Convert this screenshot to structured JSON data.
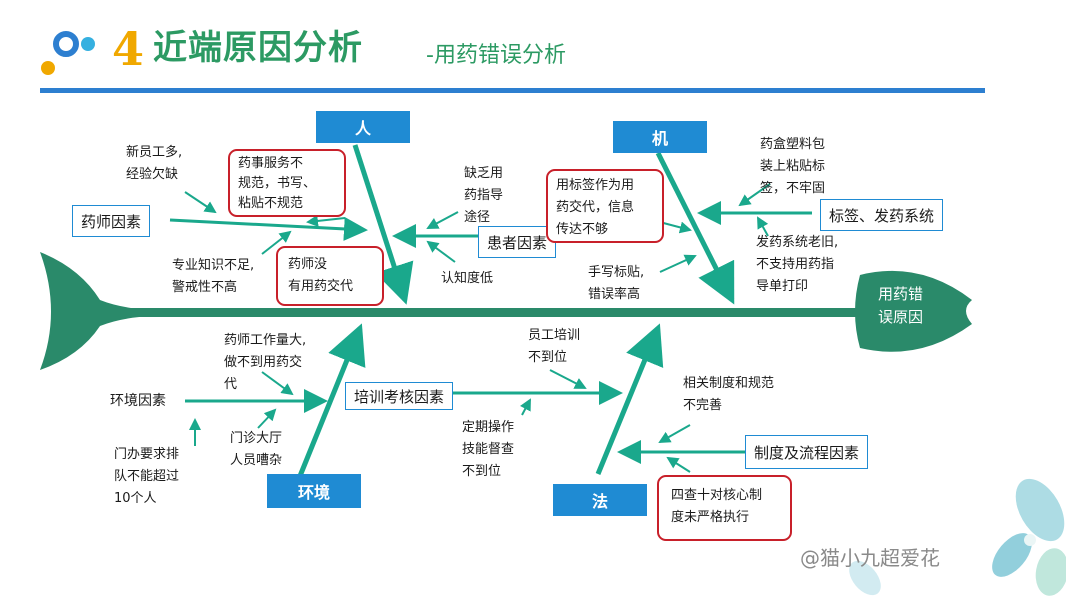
{
  "title": {
    "number": "4",
    "main": "近端原因分析",
    "sub": "-用药错误分析"
  },
  "head": "用药错\n误原因",
  "categories": {
    "person": "人",
    "machine": "机",
    "environment": "环境",
    "method": "法"
  },
  "factors": {
    "pharmacist": "药师因素",
    "patient": "患者因素",
    "label_system": "标签、发药系统",
    "environment": "环境因素",
    "training": "培训考核因素",
    "process": "制度及流程因素"
  },
  "notes": {
    "new_staff": "新员工多,\n经验欠缺",
    "knowledge": "专业知识不足,\n警戒性不高",
    "lack_guide": "缺乏用\n药指导\n途径",
    "awareness": "认知度低",
    "box_label": "药盒塑料包\n装上粘贴标\n签，不牢固",
    "old_system": "发药系统老旧,\n不支持用药指\n导单打印",
    "handwrite": "手写标贴,\n错误率高",
    "workload": "药师工作量大,\n做不到用药交\n代",
    "queue": "门办要求排\n队不能超过\n10个人",
    "crowded": "门诊大厅\n人员嘈杂",
    "staff_training": "员工培训\n不到位",
    "regular_check": "定期操作\n技能督查\n不到位",
    "rules_incomplete": "相关制度和规范\n不完善"
  },
  "highlights": {
    "pharmacy_service": "药事服务不\n规范，书写、\n粘贴不规范",
    "no_counsel": "药师没\n有用药交代",
    "label_as_counsel": "用标签作为用\n药交代，信息\n传达不够",
    "four_checks": "四查十对核心制\n度未严格执行"
  },
  "watermark": "@猫小九超爱花",
  "colors": {
    "arrow": "#1aa88c",
    "category": "#1f8bd3",
    "highlight": "#c8202a",
    "spine": "#2a8a6a",
    "title": "#2c9a63",
    "accent": "#f0a800"
  }
}
